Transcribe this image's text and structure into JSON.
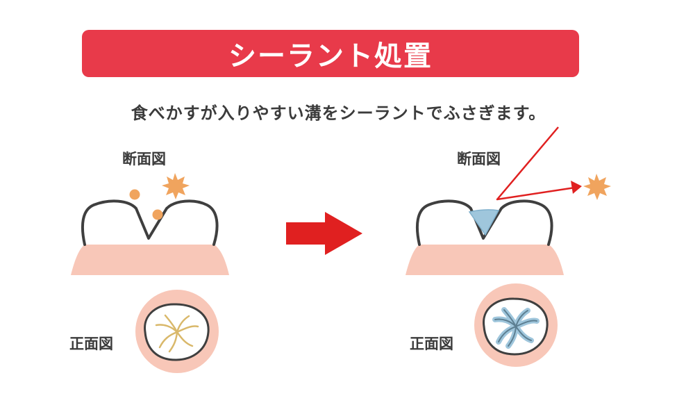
{
  "title": "シーラント処置",
  "subtitle": "食べかすが入りやすい溝をシーラントでふさぎます。",
  "before": {
    "cross_section_label": "断面図",
    "front_view_label": "正面図"
  },
  "after": {
    "cross_section_label": "断面図",
    "front_view_label": "正面図"
  },
  "colors": {
    "banner": "#e83a4a",
    "gum": "#f8c7b8",
    "tooth_outline": "#3f3f3f",
    "food_debris": "#f0a45e",
    "groove_yellow": "#d9b86a",
    "sealant_blue": "#9fc6dc",
    "arrow_red": "#e02020"
  }
}
